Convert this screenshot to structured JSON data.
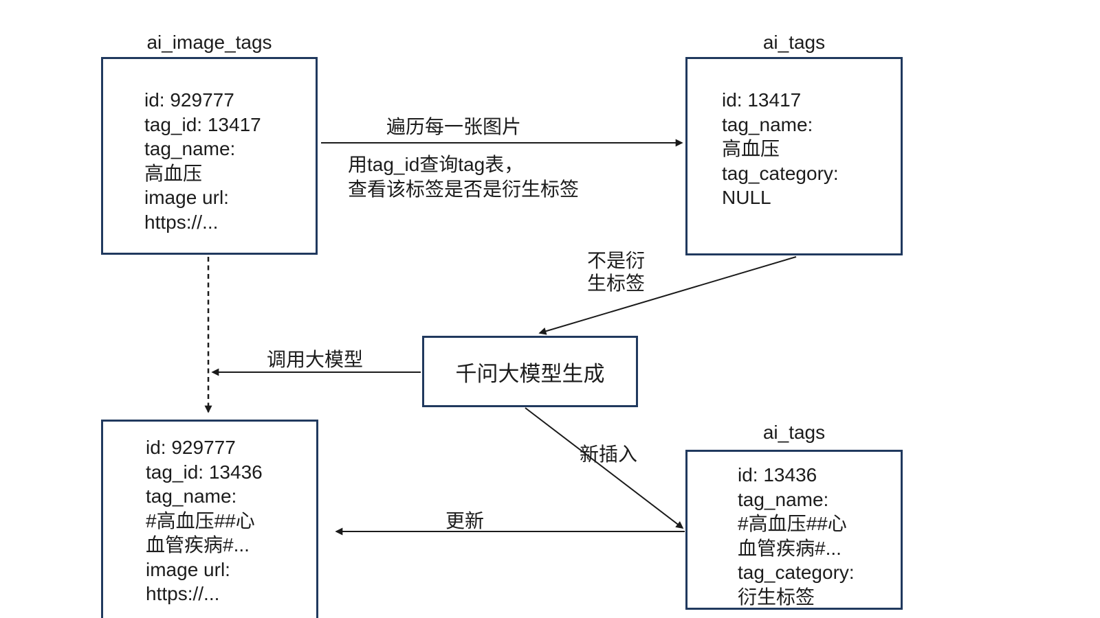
{
  "diagram": {
    "colors": {
      "box_border": "#20395e",
      "arrow": "#1a1a1a",
      "text": "#1c1c1c",
      "background": "#ffffff"
    },
    "nodes": {
      "ai_image_tags_top": {
        "title": "ai_image_tags",
        "lines": [
          "id: 929777",
          "tag_id: 13417",
          "tag_name:",
          "高血压",
          "image url:",
          "https://..."
        ]
      },
      "ai_tags_top": {
        "title": "ai_tags",
        "lines": [
          "id: 13417",
          "tag_name:",
          "高血压",
          "tag_category:",
          "NULL"
        ]
      },
      "qwen_model": {
        "label": "千问大模型生成"
      },
      "ai_image_tags_bottom": {
        "lines": [
          "id: 929777",
          "tag_id: 13436",
          "tag_name:",
          "#高血压##心",
          "血管疾病#...",
          "image url:",
          "https://..."
        ]
      },
      "ai_tags_bottom": {
        "title": "ai_tags",
        "lines": [
          "id: 13436",
          "tag_name:",
          "#高血压##心",
          "血管疾病#...",
          "tag_category:",
          "衍生标签"
        ]
      }
    },
    "edges": {
      "traverse": {
        "label": "遍历每一张图片",
        "note_line1": "用tag_id查询tag表，",
        "note_line2": "查看该标签是否是衍生标签"
      },
      "not_derived": {
        "label_line1": "不是衍",
        "label_line2": "生标签"
      },
      "call_model": {
        "label": "调用大模型"
      },
      "new_insert": {
        "label": "新插入"
      },
      "update": {
        "label": "更新"
      }
    }
  }
}
